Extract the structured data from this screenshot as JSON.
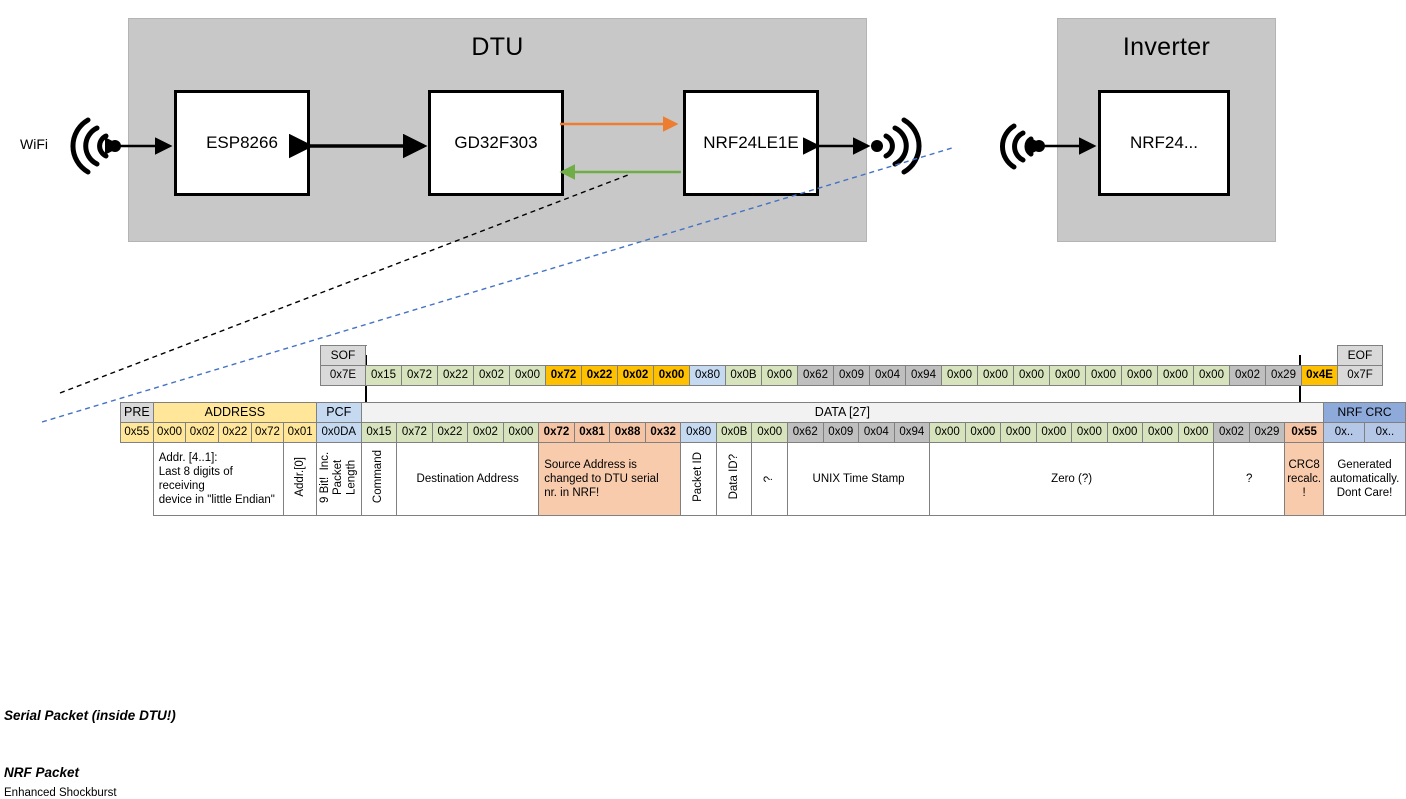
{
  "diagram": {
    "dtu": {
      "title": "DTU",
      "wifi_label": "WiFi",
      "chips": [
        {
          "name": "ESP8266"
        },
        {
          "name": "GD32F303"
        },
        {
          "name": "NRF24LE1E"
        }
      ],
      "arrow_up_color": "#ed7d31",
      "arrow_down_color": "#70ad47"
    },
    "inverter": {
      "title": "Inverter",
      "chips": [
        {
          "name": "NRF24..."
        }
      ]
    }
  },
  "packets": {
    "serial_label": "Serial Packet (inside DTU!)",
    "nrf_label": "NRF Packet",
    "shockburst_label": "Enhanced Shockburst",
    "serial": {
      "sof_header": "SOF",
      "eof_header": "EOF",
      "sof_value": "0x7E",
      "eof_value": "0x7F",
      "bytes": [
        {
          "v": "0x15",
          "c": "green"
        },
        {
          "v": "0x72",
          "c": "green"
        },
        {
          "v": "0x22",
          "c": "green"
        },
        {
          "v": "0x02",
          "c": "green"
        },
        {
          "v": "0x00",
          "c": "green"
        },
        {
          "v": "0x72",
          "c": "yellow"
        },
        {
          "v": "0x22",
          "c": "yellow"
        },
        {
          "v": "0x02",
          "c": "yellow"
        },
        {
          "v": "0x00",
          "c": "yellow"
        },
        {
          "v": "0x80",
          "c": "blue"
        },
        {
          "v": "0x0B",
          "c": "green"
        },
        {
          "v": "0x00",
          "c": "green"
        },
        {
          "v": "0x62",
          "c": "gray"
        },
        {
          "v": "0x09",
          "c": "gray"
        },
        {
          "v": "0x04",
          "c": "gray"
        },
        {
          "v": "0x94",
          "c": "gray"
        },
        {
          "v": "0x00",
          "c": "green"
        },
        {
          "v": "0x00",
          "c": "green"
        },
        {
          "v": "0x00",
          "c": "green"
        },
        {
          "v": "0x00",
          "c": "green"
        },
        {
          "v": "0x00",
          "c": "green"
        },
        {
          "v": "0x00",
          "c": "green"
        },
        {
          "v": "0x00",
          "c": "green"
        },
        {
          "v": "0x00",
          "c": "green"
        },
        {
          "v": "0x02",
          "c": "gray"
        },
        {
          "v": "0x29",
          "c": "gray"
        },
        {
          "v": "0x4E",
          "c": "yellow"
        }
      ]
    },
    "nrf": {
      "headers": {
        "pre": "PRE",
        "address": "ADDRESS",
        "pcf": "PCF",
        "data": "DATA [27]",
        "crc": "NRF CRC"
      },
      "pre_value": "0x55",
      "address_bytes": [
        "0x00",
        "0x02",
        "0x22",
        "0x72",
        "0x01"
      ],
      "pcf_value": "0x0DA",
      "bytes": [
        {
          "v": "0x15",
          "c": "green"
        },
        {
          "v": "0x72",
          "c": "green"
        },
        {
          "v": "0x22",
          "c": "green"
        },
        {
          "v": "0x02",
          "c": "green"
        },
        {
          "v": "0x00",
          "c": "green"
        },
        {
          "v": "0x72",
          "c": "orange"
        },
        {
          "v": "0x81",
          "c": "orange"
        },
        {
          "v": "0x88",
          "c": "orange"
        },
        {
          "v": "0x32",
          "c": "orange"
        },
        {
          "v": "0x80",
          "c": "blue"
        },
        {
          "v": "0x0B",
          "c": "green"
        },
        {
          "v": "0x00",
          "c": "green"
        },
        {
          "v": "0x62",
          "c": "gray"
        },
        {
          "v": "0x09",
          "c": "gray"
        },
        {
          "v": "0x04",
          "c": "gray"
        },
        {
          "v": "0x94",
          "c": "gray"
        },
        {
          "v": "0x00",
          "c": "green"
        },
        {
          "v": "0x00",
          "c": "green"
        },
        {
          "v": "0x00",
          "c": "green"
        },
        {
          "v": "0x00",
          "c": "green"
        },
        {
          "v": "0x00",
          "c": "green"
        },
        {
          "v": "0x00",
          "c": "green"
        },
        {
          "v": "0x00",
          "c": "green"
        },
        {
          "v": "0x00",
          "c": "green"
        },
        {
          "v": "0x02",
          "c": "gray"
        },
        {
          "v": "0x29",
          "c": "gray"
        },
        {
          "v": "0x55",
          "c": "orange"
        }
      ],
      "crc_bytes": [
        "0x..",
        "0x.."
      ]
    },
    "descriptions": {
      "address": "Addr. [4..1]:\nLast 8 digits of receiving device in \"little Endian\"",
      "address_line1": "Addr. [4..1]:",
      "address_line2": "Last 8 digits of receiving",
      "address_line3": "device in \"little Endian\"",
      "addr0": "Addr.[0]",
      "packet_length_l1": "9 Bit!",
      "packet_length_l2": "Inc. Packet",
      "packet_length_l3": "Length",
      "command": "Command",
      "destination": "Destination Address",
      "source_l1": "Source Address is",
      "source_l2": "changed to DTU serial",
      "source_l3": "nr. in NRF!",
      "packet_id": "Packet ID",
      "data_id": "Data ID?",
      "unknown1": "?",
      "unix": "UNIX Time Stamp",
      "zero": "Zero (?)",
      "unknown2": "?",
      "crc8_l1": "CRC8",
      "crc8_l2": "recalc.",
      "crc8_l3": "!",
      "nrfcrc_l1": "Generated",
      "nrfcrc_l2": "automatically.",
      "nrfcrc_l3": "Dont Care!"
    }
  }
}
